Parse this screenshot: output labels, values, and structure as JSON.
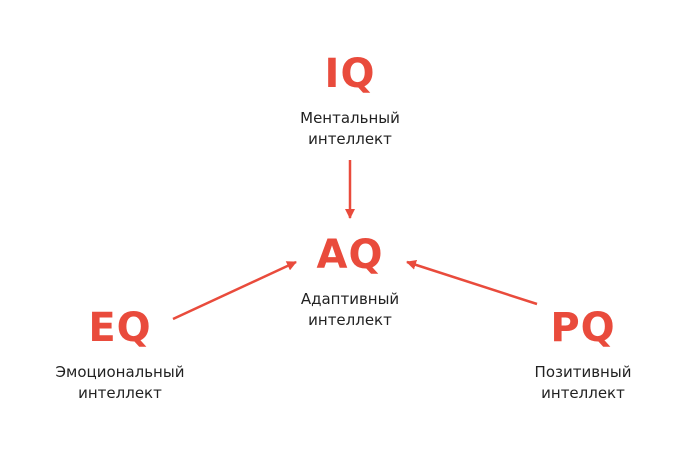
{
  "diagram": {
    "accent_color": "#e94b3c",
    "text_color": "#222222",
    "nodes": {
      "iq": {
        "abbr": "IQ",
        "label_line1": "Ментальный",
        "label_line2": "интеллект"
      },
      "aq": {
        "abbr": "AQ",
        "label_line1": "Адаптивный",
        "label_line2": "интеллект"
      },
      "eq": {
        "abbr": "EQ",
        "label_line1": "Эмоциональный",
        "label_line2": "интеллект"
      },
      "pq": {
        "abbr": "PQ",
        "label_line1": "Позитивный",
        "label_line2": "интеллект"
      }
    },
    "edges": [
      {
        "from": "iq",
        "to": "aq"
      },
      {
        "from": "eq",
        "to": "aq"
      },
      {
        "from": "pq",
        "to": "aq"
      }
    ]
  }
}
